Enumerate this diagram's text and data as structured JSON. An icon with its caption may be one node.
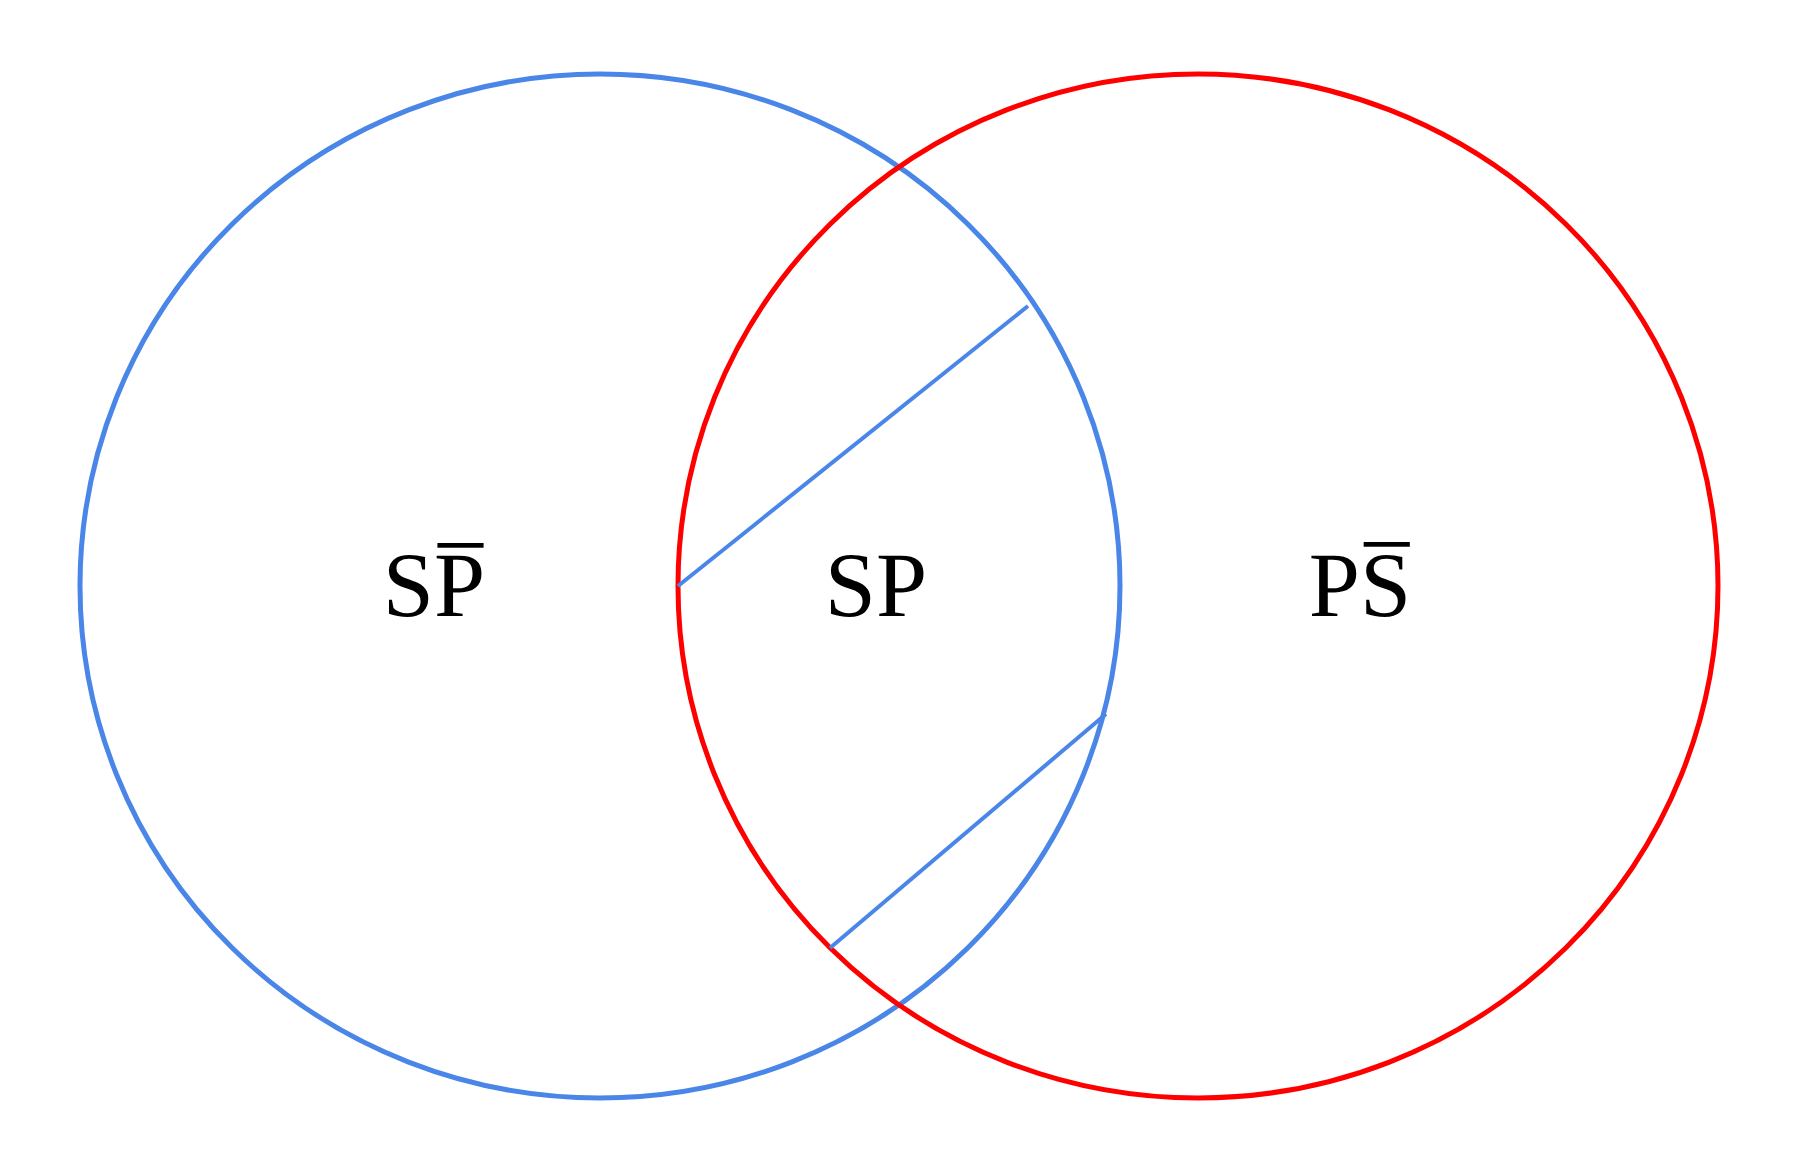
{
  "diagram": {
    "nodes": [
      {
        "text": [
          "SP̅"
        ]
      },
      {
        "text": [
          "PS̅"
        ]
      }
    ],
    "labels": [
      "SP"
    ]
  }
}
